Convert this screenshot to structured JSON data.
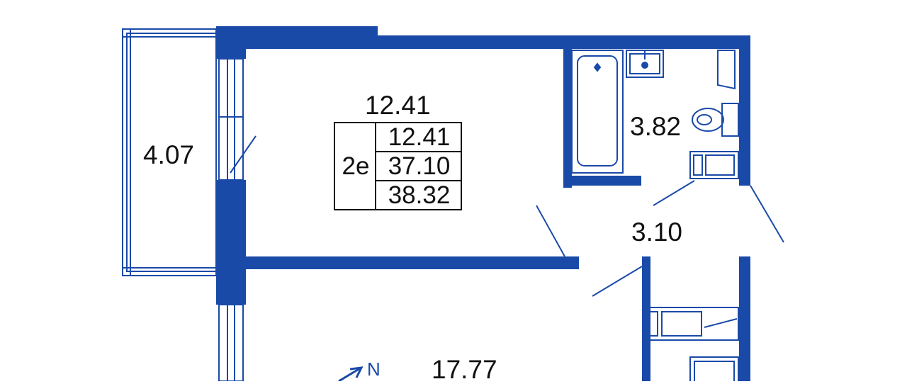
{
  "plan": {
    "colors": {
      "wall": "#1a4aa8",
      "line": "#1a4aa8",
      "text": "#111111",
      "background": "#ffffff"
    },
    "rooms": {
      "kitchen_area": "12.41",
      "loggia_area": "4.07",
      "bathroom_area": "3.82",
      "hallway_area": "3.10",
      "living_area": "17.77"
    },
    "summary_table": {
      "type_code": "2e",
      "kitchen": "12.41",
      "total_area": "37.10",
      "total_with_loggia": "38.32"
    },
    "compass_label": "N",
    "fixture_icons": [
      "bathtub-icon",
      "sink-icon",
      "toilet-icon",
      "washing-machine-icon",
      "stove-icon",
      "fridge-icon"
    ]
  }
}
